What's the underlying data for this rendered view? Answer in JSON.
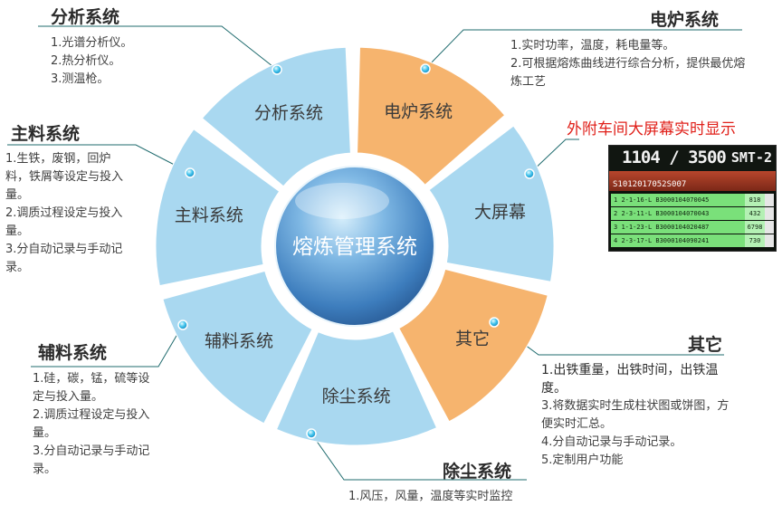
{
  "center": {
    "label": "熔炼管理系统"
  },
  "segments": [
    {
      "label": "分析系统",
      "color": "#a9d8f0"
    },
    {
      "label": "电炉系统",
      "color": "#f6b46e"
    },
    {
      "label": "大屏幕",
      "color": "#a9d8f0"
    },
    {
      "label": "其它",
      "color": "#f6b46e"
    },
    {
      "label": "除尘系统",
      "color": "#a9d8f0"
    },
    {
      "label": "辅料系统",
      "color": "#a9d8f0"
    },
    {
      "label": "主料系统",
      "color": "#a9d8f0"
    }
  ],
  "panels": {
    "analysis": {
      "title": "分析系统",
      "items": [
        "1.光谱分析仪。",
        "2.热分析仪。",
        "3.测温枪。"
      ]
    },
    "furnace": {
      "title": "电炉系统",
      "items": [
        "1.实时功率，温度，耗电量等。",
        "2.可根据熔炼曲线进行综合分析，提供最优熔炼工艺"
      ]
    },
    "main_material": {
      "title": "主料系统",
      "items": [
        "1.生铁，废钢，回炉料，铁屑等设定与投入量。",
        "2.调质过程设定与投入量。",
        "3.分自动记录与手动记录。"
      ]
    },
    "auxiliary": {
      "title": "辅料系统",
      "items": [
        "1.硅，碳，锰，硫等设定与投入量。",
        "2.调质过程设定与投入量。",
        "3.分自动记录与手动记录。"
      ]
    },
    "dust": {
      "title": "除尘系统",
      "items": [
        "1.风压，风量，温度等实时监控"
      ]
    },
    "other": {
      "title": "其它",
      "items": [
        "1.出铁重量，出铁时间，出铁温度。",
        "3.将数据实时生成柱状图或饼图，方便实时汇总。",
        "4.分自动记录与手动记录。",
        "5.定制用户功能"
      ]
    }
  },
  "big_screen": {
    "title": "外附车间大屏幕实时显示",
    "count": "1104 / 3500",
    "tag": "SMT-2",
    "code": "S1012017052S007",
    "rows": [
      {
        "no": "1",
        "part": "2-1-16-L B3000104070045",
        "qty": "818"
      },
      {
        "no": "2",
        "part": "2-3-11-L B3000104070043",
        "qty": "432"
      },
      {
        "no": "3",
        "part": "1-1-23-L B3000104020487",
        "qty": "6798"
      },
      {
        "no": "4",
        "part": "2-3-17-L B3000104090241",
        "qty": "730"
      }
    ]
  },
  "colors": {
    "blue_segment": "#a9d8f0",
    "orange_segment": "#f6b46e",
    "connector": "#1f6b6e",
    "red_title": "#e0201a",
    "center_sphere": "#4d8cc7"
  }
}
